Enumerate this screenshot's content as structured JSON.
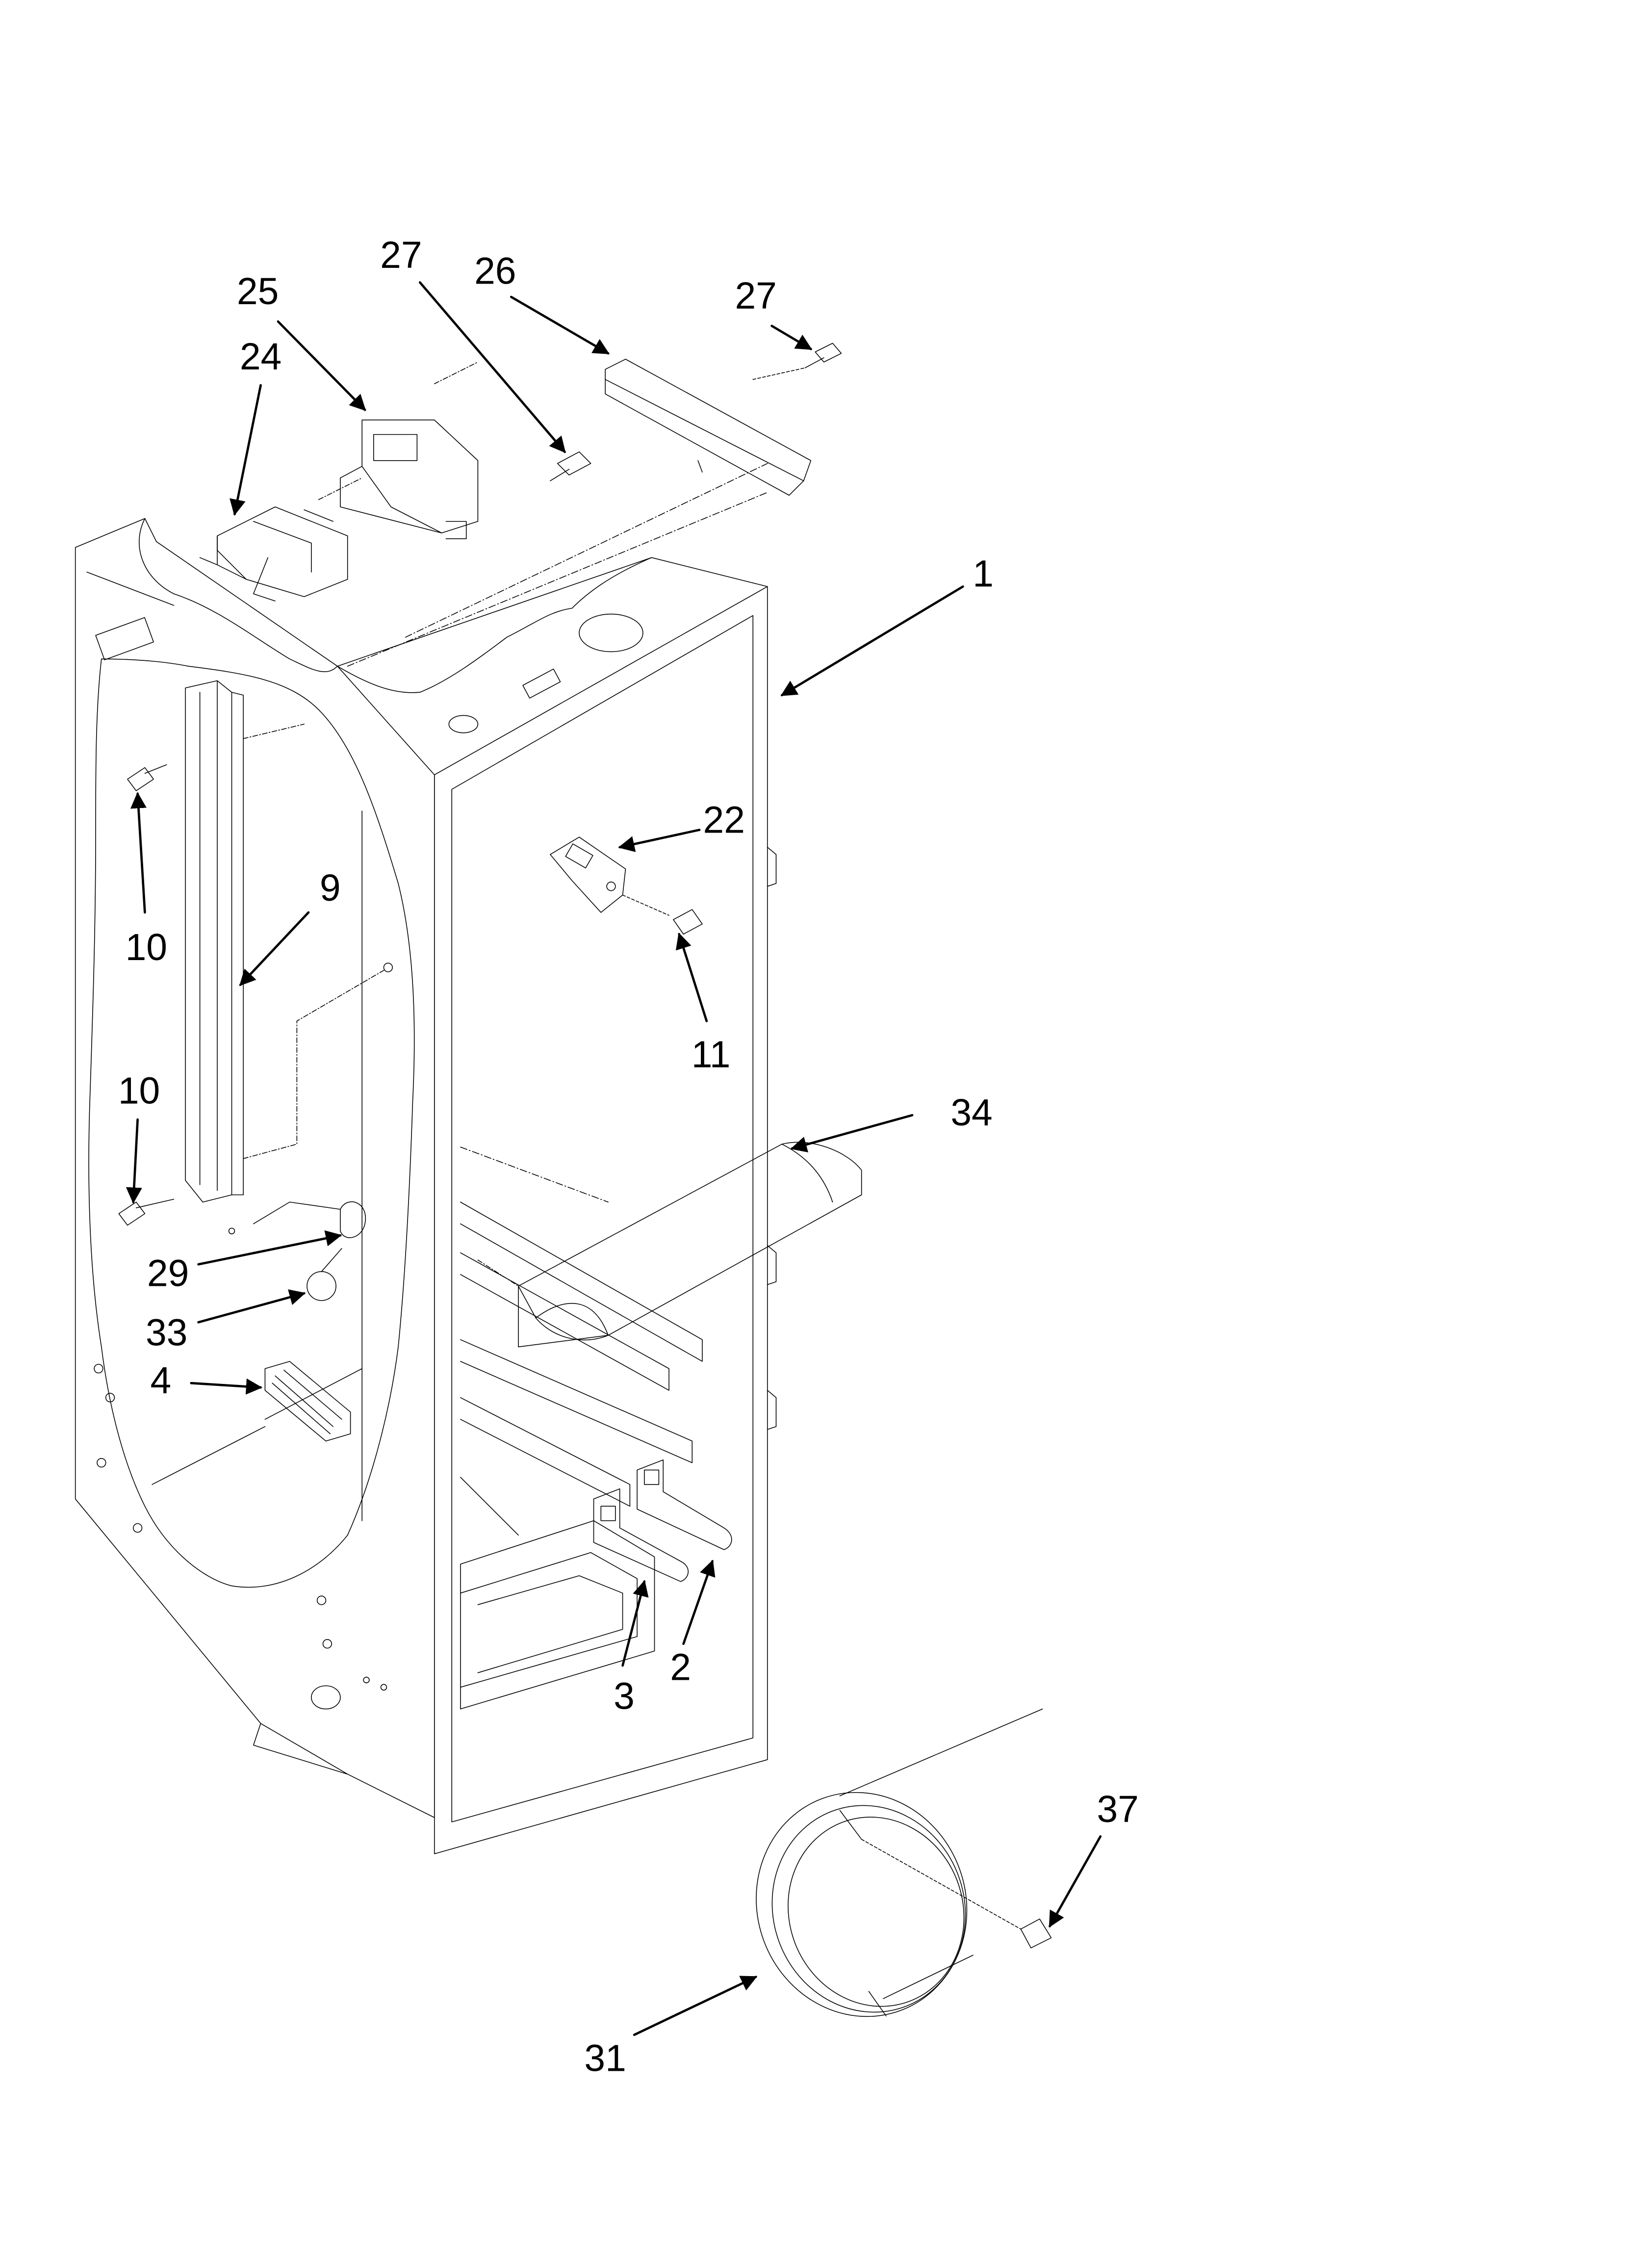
{
  "diagram": {
    "type": "exploded-parts-view",
    "colors": {
      "ink": "#000000",
      "paper": "#ffffff"
    },
    "callouts": [
      {
        "id": "c-25",
        "label": "25"
      },
      {
        "id": "c-24",
        "label": "24"
      },
      {
        "id": "c-27a",
        "label": "27"
      },
      {
        "id": "c-26",
        "label": "26"
      },
      {
        "id": "c-27b",
        "label": "27"
      },
      {
        "id": "c-1",
        "label": "1"
      },
      {
        "id": "c-22",
        "label": "22"
      },
      {
        "id": "c-11",
        "label": "11"
      },
      {
        "id": "c-10a",
        "label": "10"
      },
      {
        "id": "c-9",
        "label": "9"
      },
      {
        "id": "c-10b",
        "label": "10"
      },
      {
        "id": "c-34",
        "label": "34"
      },
      {
        "id": "c-29",
        "label": "29"
      },
      {
        "id": "c-33",
        "label": "33"
      },
      {
        "id": "c-4",
        "label": "4"
      },
      {
        "id": "c-3",
        "label": "3"
      },
      {
        "id": "c-2",
        "label": "2"
      },
      {
        "id": "c-37",
        "label": "37"
      },
      {
        "id": "c-31",
        "label": "31"
      }
    ]
  }
}
